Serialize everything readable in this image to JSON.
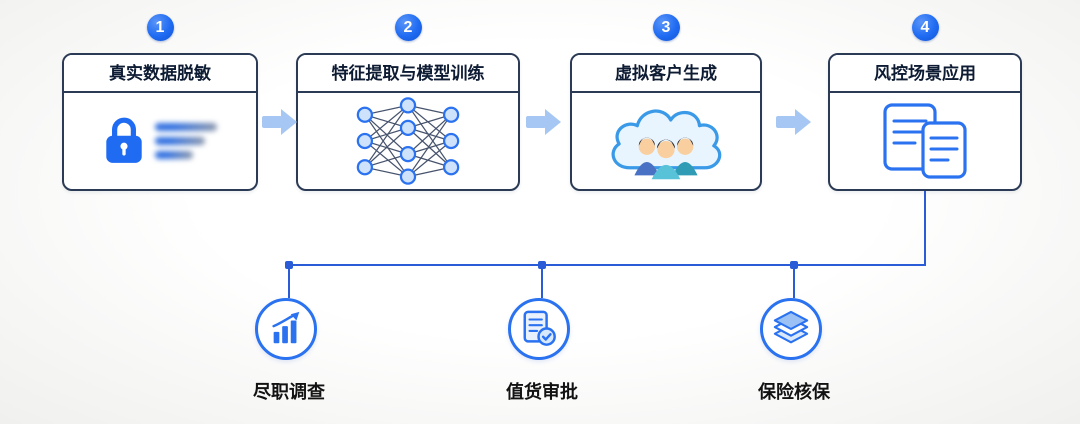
{
  "colors": {
    "accent": "#1f6bf2",
    "card-border": "#2b3a55",
    "connector": "#2a5cd8",
    "arrow": "#a6c7f3",
    "circle-border": "#2a72f0",
    "text": "#101624"
  },
  "steps": [
    {
      "number": "1",
      "title": "真实数据脱敏",
      "icon": "lock-blurred-data-icon"
    },
    {
      "number": "2",
      "title": "特征提取与模型训练",
      "icon": "neural-network-icon"
    },
    {
      "number": "3",
      "title": "虚拟客户生成",
      "icon": "cloud-people-icon"
    },
    {
      "number": "4",
      "title": "风控场景应用",
      "icon": "documents-icon"
    }
  ],
  "applications": [
    {
      "label": "尽职调查",
      "icon": "bar-chart-growth-icon"
    },
    {
      "label": "值货审批",
      "icon": "document-approved-icon"
    },
    {
      "label": "保险核保",
      "icon": "stacked-layers-icon"
    }
  ]
}
